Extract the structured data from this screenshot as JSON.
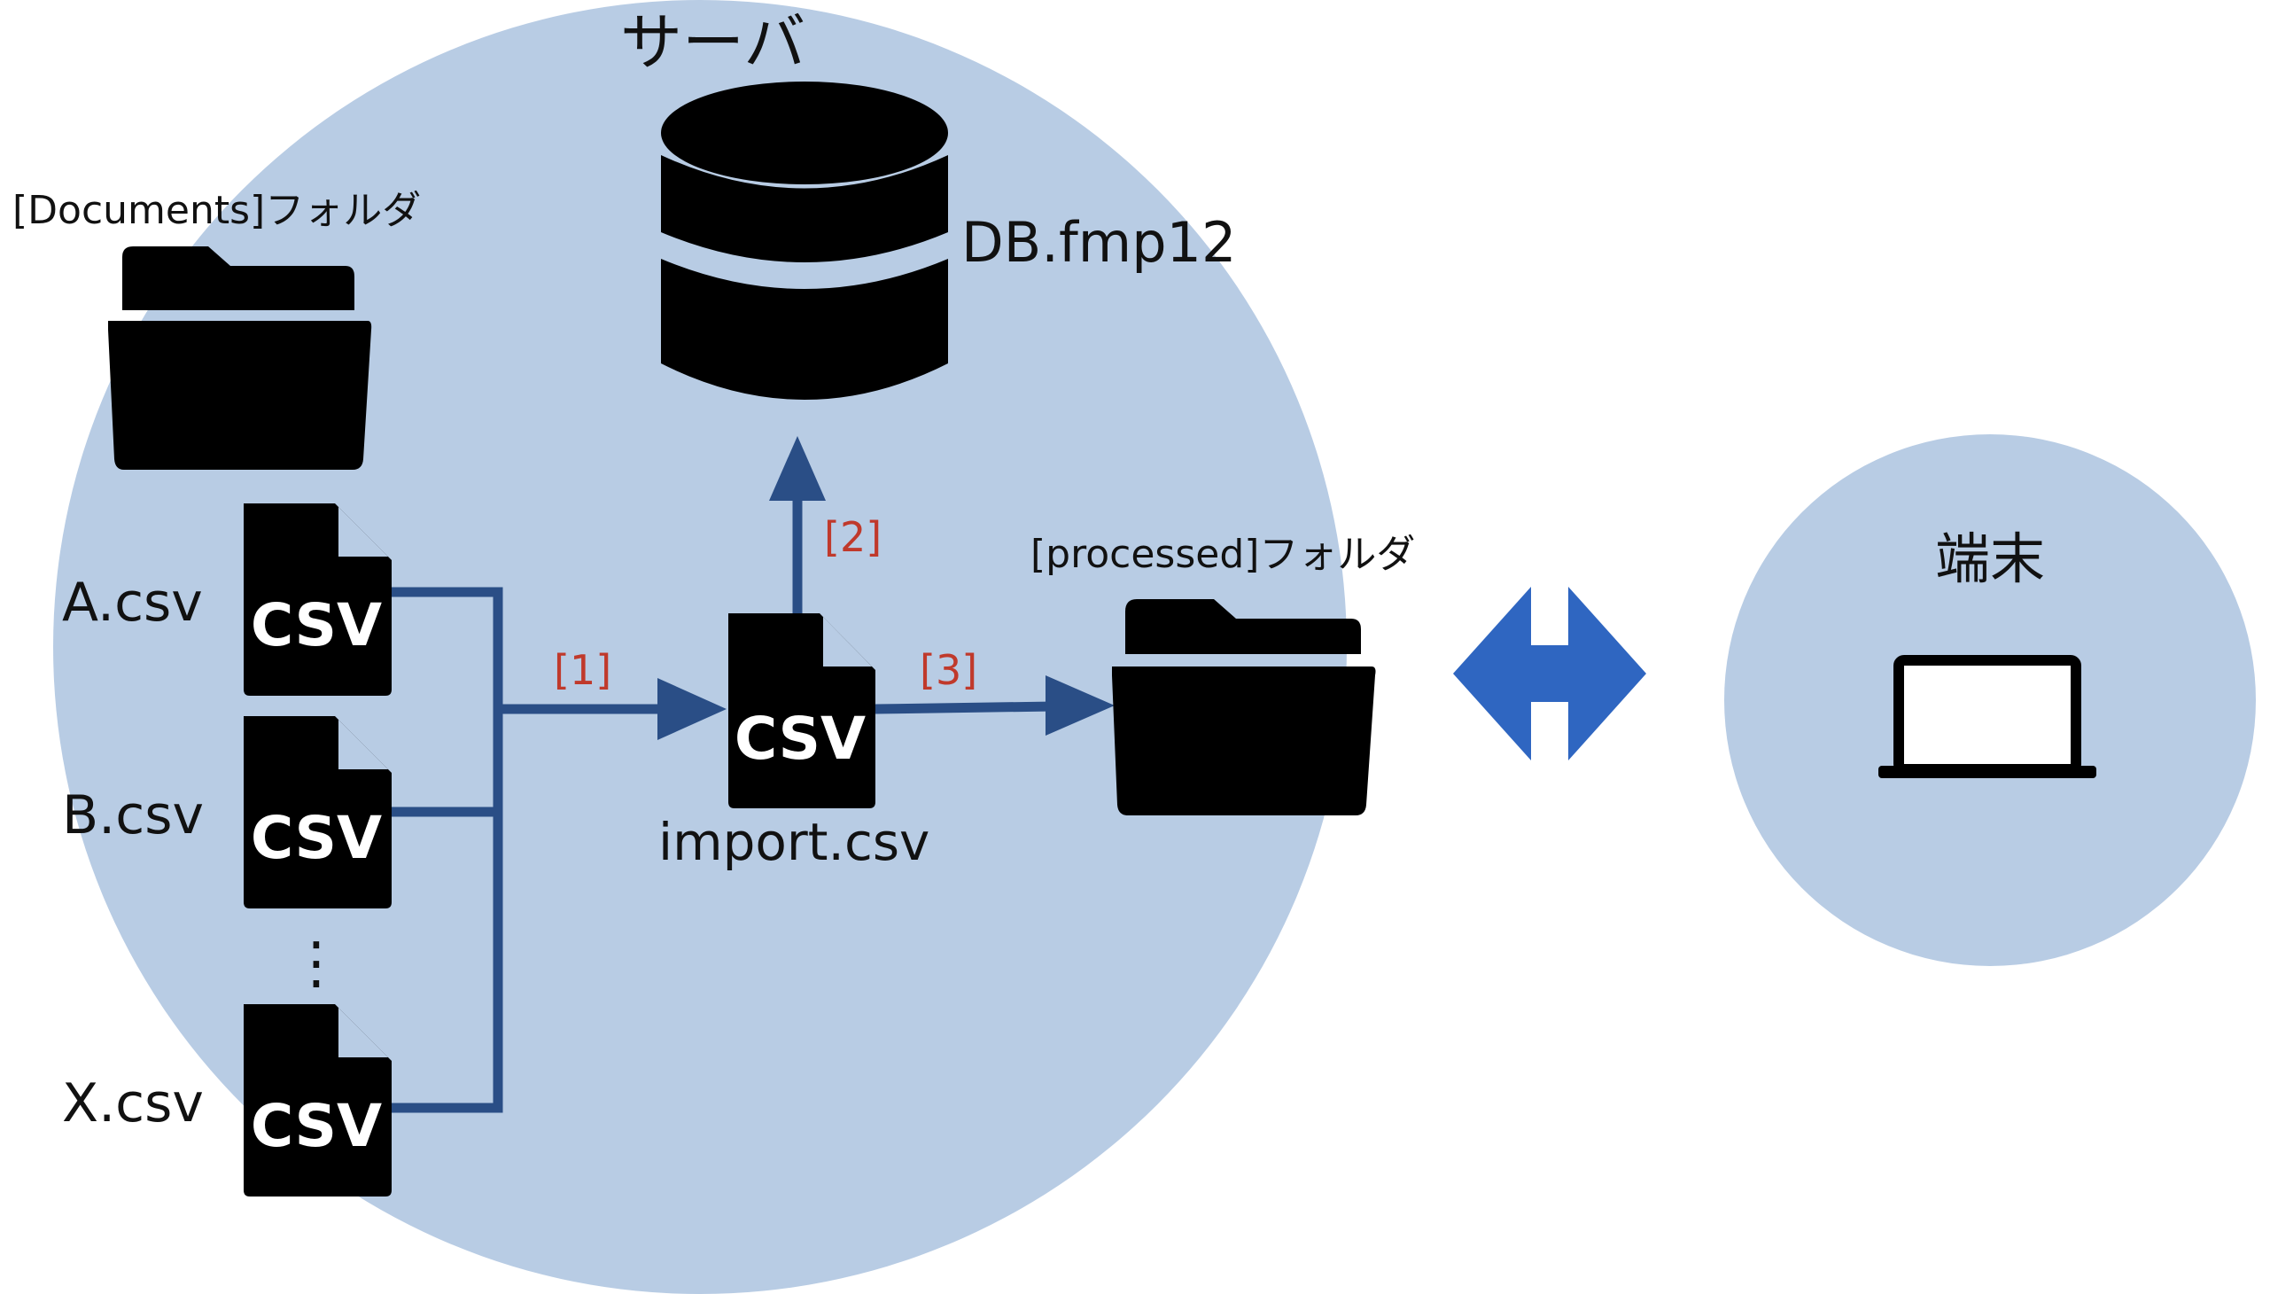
{
  "server": {
    "title": "サーバ"
  },
  "database": {
    "name": "DB.fmp12"
  },
  "documents_folder": {
    "label": "[Documents]フォルダ"
  },
  "processed_folder": {
    "label": "[processed]フォルダ"
  },
  "source_files": [
    {
      "name": "A.csv",
      "icon_text": "CSV"
    },
    {
      "name": "B.csv",
      "icon_text": "CSV"
    },
    {
      "name": "X.csv",
      "icon_text": "CSV"
    }
  ],
  "ellipsis": "⋮",
  "import_file": {
    "name": "import.csv",
    "icon_text": "CSV"
  },
  "steps": {
    "step1": "[1]",
    "step2": "[2]",
    "step3": "[3]"
  },
  "client": {
    "title": "端末"
  },
  "colors": {
    "circle_fill": "#b8cce4",
    "arrow": "#2a4e86",
    "sync_arrow": "#2f66c1",
    "step_label": "#c0392b",
    "icon": "#000000"
  }
}
